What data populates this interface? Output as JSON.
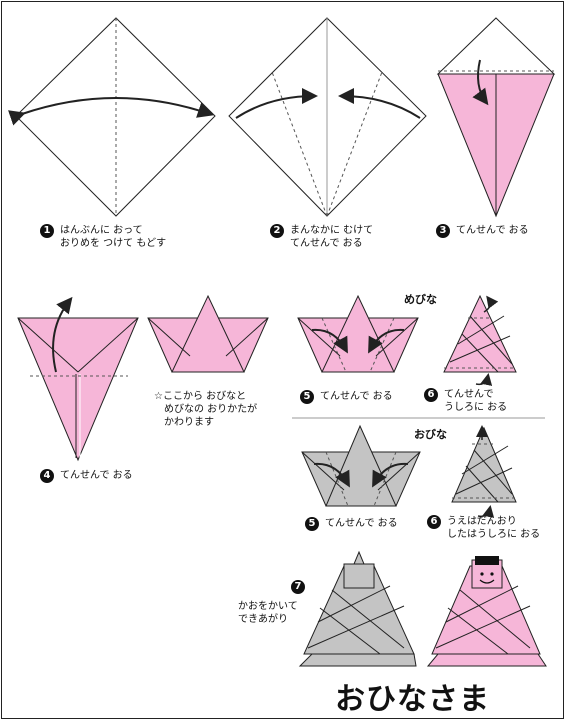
{
  "title": "おひなさま",
  "colors": {
    "pink": "#f6b6d8",
    "gray": "#c4c4c4",
    "line": "#222222",
    "dash": "#555555"
  },
  "steps": {
    "s1": {
      "num": "1",
      "line1": "はんぶんに おって",
      "line2": "おりめを つけて もどす"
    },
    "s2": {
      "num": "2",
      "line1": "まんなかに むけて",
      "line2": "てんせんで おる"
    },
    "s3": {
      "num": "3",
      "text": "てんせんで おる"
    },
    "s4": {
      "num": "4",
      "text": "てんせんで おる"
    },
    "note": {
      "line1": "☆ここから おびなと",
      "line2": "めびなの おりかたが",
      "line3": "かわります"
    },
    "mebina": {
      "label": "めびな",
      "s5": {
        "num": "5",
        "text": "てんせんで おる"
      },
      "s6": {
        "num": "6",
        "line1": "てんせんで",
        "line2": "うしろに おる"
      }
    },
    "obina": {
      "label": "おびな",
      "s5": {
        "num": "5",
        "text": "てんせんで おる"
      },
      "s6": {
        "num": "6",
        "line1": "うえはだんおり",
        "line2": "したはうしろに おる"
      }
    },
    "s7": {
      "num": "7",
      "line1": "かおをかいて",
      "line2": "できあがり"
    }
  }
}
